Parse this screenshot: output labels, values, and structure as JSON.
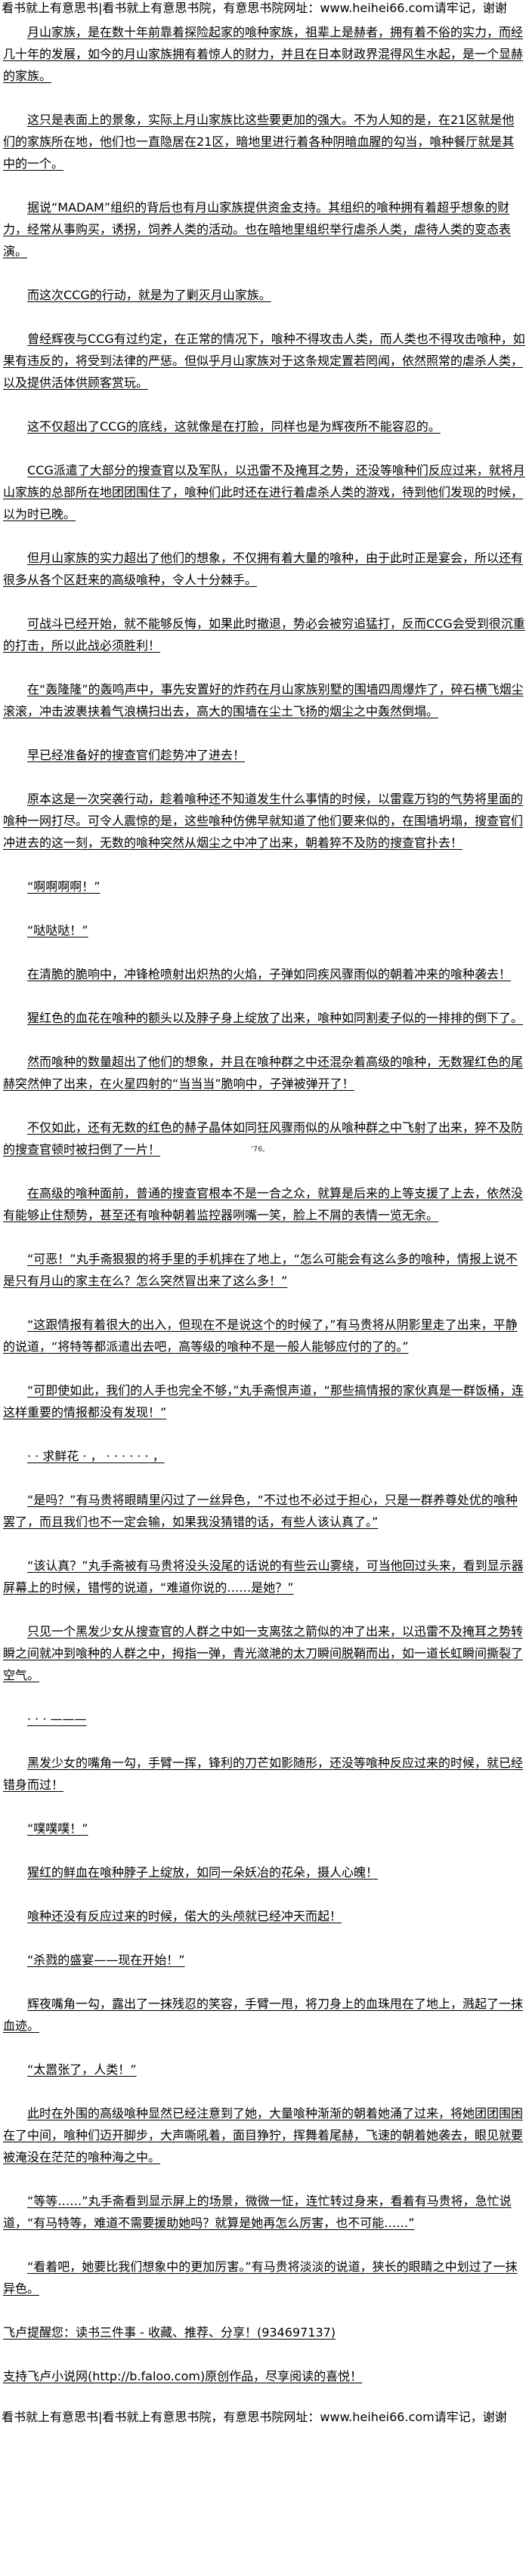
{
  "header": {
    "banner": "看书就上有意思书|看书就上有意思书院，有意思书院网址：www.heihei66.com请牢记，谢谢"
  },
  "paragraphs": [
    "月山家族，是在数十年前靠着探险起家的喰种家族，祖辈上是赫者，拥有着不俗的实力，而经几十年的发展，如今的月山家族拥有着惊人的财力，并且在日本财政界混得风生水起，是一个显赫的家族。",
    "这只是表面上的景象，实际上月山家族比这些要更加的强大。不为人知的是，在21区就是他们的家族所在地，他们也一直隐居在21区，暗地里进行着各种阴暗血腥的勾当，喰种餐厅就是其中的一个。",
    "据说“MADAM”组织的背后也有月山家族提供资金支持。其组织的喰种拥有着超乎想象的财力，经常从事购买，诱拐，饲养人类的活动。也在暗地里组织举行虐杀人类，虐待人类的变态表演。",
    "而这次CCG的行动，就是为了剿灭月山家族。",
    "曾经辉夜与CCG有过约定，在正常的情况下，喰种不得攻击人类，而人类也不得攻击喰种，如果有违反的，将受到法律的严惩。但似乎月山家族对于这条规定置若罔闻，依然照常的虐杀人类，以及提供活体供顾客赏玩。",
    "这不仅超出了CCG的底线，这就像是在打脸，同样也是为辉夜所不能容忍的。",
    "CCG派遣了大部分的搜查官以及军队，以迅雷不及掩耳之势，还没等喰种们反应过来，就将月山家族的总部所在地团团围住了，喰种们此时还在进行着虐杀人类的游戏，待到他们发现的时候，以为时已晚。",
    "但月山家族的实力超出了他们的想象，不仅拥有着大量的喰种，由于此时正是宴会，所以还有很多从各个区赶来的高级喰种，令人十分棘手。",
    "可战斗已经开始，就不能够反悔，如果此时撤退，势必会被穷追猛打，反而CCG会受到很沉重的打击，所以此战必须胜利！",
    "在“轰隆隆”的轰鸣声中，事先安置好的炸药在月山家族别墅的围墙四周爆炸了，碎石横飞烟尘滚滚，冲击波裹挟着气浪横扫出去，高大的围墙在尘土飞扬的烟尘之中轰然倒塌。",
    "早已经准备好的搜查官们趁势冲了进去！",
    "原本这是一次突袭行动，趁着喰种还不知道发生什么事情的时候，以雷霆万钧的气势将里面的喰种一网打尽。可令人震惊的是，这些喰种仿佛早就知道了他们要来似的，在围墙坍塌，搜查官们冲进去的这一刻，无数的喰种突然从烟尘之中冲了出来，朝着猝不及防的搜查官扑去！",
    "“啊啊啊啊！”",
    "“哒哒哒！”",
    "在清脆的脆响中，冲锋枪喷射出炽热的火焰，子弹如同疾风骤雨似的朝着冲来的喰种袭去！",
    "猩红色的血花在喰种的额头以及脖子身上绽放了出来，喰种如同割麦子似的一排排的倒下了。",
    "然而喰种的数量超出了他们的想象，并且在喰种群之中还混杂着高级的喰种，无数猩红色的尾赫突然伸了出来，在火星四射的“当当当”脆响中，子弹被弹开了！",
    "不仅如此，还有无数的红色的赫子晶体如同狂风骤雨似的从喰种群之中飞射了出来，猝不及防的搜查官顿时被扫倒了一片！",
    "在高级的喰种面前，普通的搜查官根本不是一合之众，就算是后来的上等支援了上去，依然没有能够止住颓势，甚至还有喰种朝着监控器咧嘴一笑，脸上不屑的表情一览无余。",
    "“可恶！”丸手斋狠狠的将手里的手机摔在了地上，“怎么可能会有这么多的喰种，情报上说不是只有月山的家主在么？怎么突然冒出来了这么多！”",
    "“这跟情报有着很大的出入，但现在不是说这个的时候了，”有马贵将从阴影里走了出来，平静的说道，“将特等都派遣出去吧，高等级的喰种不是一般人能够应付的了的。”",
    "“可即使如此，我们的人手也完全不够，”丸手斋恨声道，“那些搞情报的家伙真是一群饭桶，连这样重要的情报都没有发现！”",
    "· · 求鲜花 · ， · · · · · · ，",
    "“是吗？”有马贵将眼睛里闪过了一丝异色，“不过也不必过于担心，只是一群养尊处优的喰种罢了，而且我们也不一定会输，如果我没猜错的话，有些人该认真了。”",
    "“该认真？”丸手斋被有马贵将没头没尾的话说的有些云山雾绕，可当他回过头来，看到显示器屏幕上的时候，错愕的说道，“难道你说的……是她？”",
    "只见一个黑发少女从搜查官的人群之中如一支离弦之箭似的冲了出来，以迅雷不及掩耳之势转瞬之间就冲到喰种的人群之中，拇指一弹，青光潋滟的太刀瞬间脱鞘而出，如一道长虹瞬间撕裂了空气。",
    "· · · ———",
    "黑发少女的嘴角一勾，手臂一挥，锋利的刀芒如影随形，还没等喰种反应过来的时候，就已经错身而过！",
    "“噗噗噗！”",
    "猩红的鲜血在喰种脖子上绽放，如同一朵妖冶的花朵，摄人心魄！",
    "喰种还没有反应过来的时候，偌大的头颅就已经冲天而起！",
    "“杀戮的盛宴——现在开始！”",
    "辉夜嘴角一勾，露出了一抹残忍的笑容，手臂一甩，将刀身上的血珠甩在了地上，溅起了一抹血迹。",
    "“太嚣张了，人类！”",
    "此时在外围的高级喰种显然已经注意到了她，大量喰种渐渐的朝着她涌了过来，将她团团围困在了中间，喰种们迈开脚步，大声嘶吼着，面目狰狞，挥舞着尾赫，飞速的朝着她袭去，眼见就要被淹没在茫茫的喰种海之中。",
    "“等等……”丸手斋看到显示屏上的场景，微微一怔，连忙转过身来，看着有马贵将，急忙说道，“有马特等，难道不需要援助她吗？就算是她再怎么厉害，也不可能……”",
    "“看着吧，她要比我们想象中的更加厉害。”有马贵将淡淡的说道，狭长的眼睛之中划过了一抹异色。"
  ],
  "artifact_mark": "'76,",
  "notices": [
    "飞卢提醒您：读书三件事 - 收藏、推荐、分享！(934697137)",
    "支持飞卢小说网(http://b.faloo.com)原创作品，尽享阅读的喜悦！"
  ],
  "footer": {
    "banner": "看书就上有意思书|看书就上有意思书院，有意思书院网址：www.heihei66.com请牢记，谢谢"
  }
}
